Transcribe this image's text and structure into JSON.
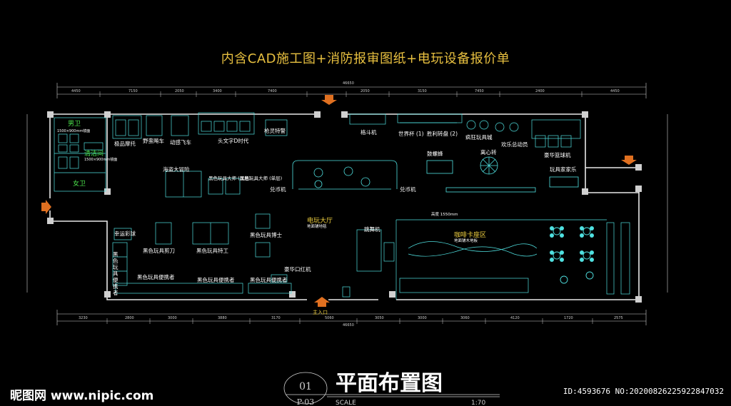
{
  "headline": "内含CAD施工图+消防报审图纸+电玩设备报价单",
  "title": "平面布置图",
  "sheet_no": "01",
  "sheet_code": "P-03",
  "scale_label": "SCALE",
  "scale_value": "1:70",
  "watermark": "昵图网 www.nipic.com",
  "image_id": "ID:4593676 NO:20200826225922847032",
  "entrance": "主入口",
  "overall_dim_top": "46650",
  "overall_dim_bottom": "46650",
  "top_dims": [
    "4450",
    "7150",
    "2050",
    "3400",
    "7400",
    "2050",
    "3150",
    "7450",
    "2400",
    "4450"
  ],
  "bottom_dims": [
    "3230",
    "2800",
    "3000",
    "3880",
    "3170",
    "5060",
    "3050",
    "3000",
    "3060",
    "4120",
    "1720",
    "2575"
  ],
  "rooms": {
    "men_wc": "男卫",
    "women_wc": "女卫",
    "cleaning": "清洁间",
    "men_wc_note": "1500×900mm镜面",
    "women_wc_note": "1500×900mm镜面",
    "arcade_hall": "电玩大厅",
    "arcade_hall_sub": "地面铺地毯",
    "cafe": "咖啡卡座区",
    "cafe_sub": "地面铺木地板"
  },
  "equipment": {
    "racing_moto": "极品摩托",
    "wild_racing": "野蛮飚车",
    "anime_car": "动感飞车",
    "initial_d": "头文字D时代",
    "gun_shooting": "枪灵特警",
    "crane_machine": "格斗机",
    "world_cup": "世界杯 (1)",
    "lucky_wheel": "胜利转盘 (2)",
    "crazy_toy": "疯狂玩具城",
    "fun_planet": "欢乐总动员",
    "luxury_basket": "豪华篮球机",
    "toy_house": "玩具家家乐",
    "deep_sea": "海盗大冒险",
    "ghost_left": "黑色玩具大师 (双层)",
    "ghost_right": "黑色玩具大师 (单层)",
    "coin_left": "兑币机",
    "coin_right": "兑币机",
    "dance": "跳舞机",
    "drum": "鼓螺蜂",
    "merry": "离心转",
    "doll_a": "黑色玩具博士",
    "doll_b": "黑色玩具剪刀",
    "doll_c": "黑色玩具特工",
    "doll_row_1": "黑色玩具便携者",
    "doll_row_2": "黑色玩具便携者",
    "doll_row_3": "黑色玩具便携者",
    "side_stack": "黑色玩具便携者",
    "prize": "豪华口红机",
    "photo": "幸运彩球",
    "cafe_note": "高度 1550mm"
  }
}
